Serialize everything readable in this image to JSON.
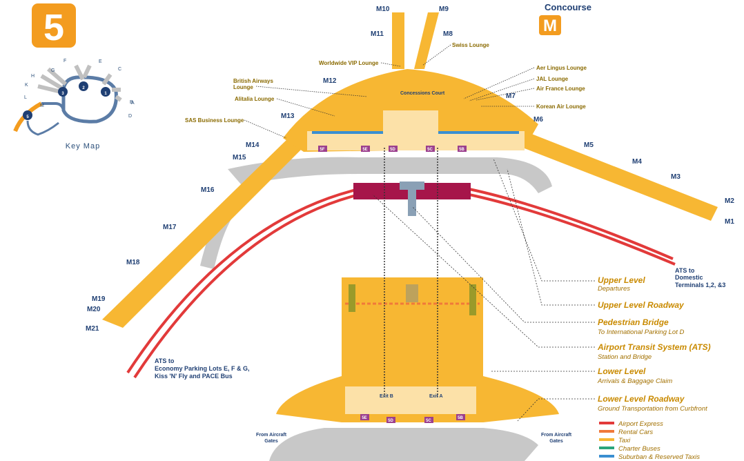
{
  "terminal_number": "5",
  "concourse": {
    "title": "Concourse",
    "letter": "M"
  },
  "key_map": {
    "title": "Key Map",
    "labels": [
      "A",
      "B",
      "C",
      "D",
      "E",
      "F",
      "G",
      "H",
      "K",
      "L",
      "M"
    ],
    "terminals": [
      "1",
      "2",
      "3",
      "5"
    ]
  },
  "gates": [
    "M1",
    "M2",
    "M3",
    "M4",
    "M5",
    "M6",
    "M7",
    "M8",
    "M9",
    "M10",
    "M11",
    "M12",
    "M13",
    "M14",
    "M15",
    "M16",
    "M17",
    "M18",
    "M19",
    "M20",
    "M21"
  ],
  "lounges": {
    "worldwide_vip": "Worldwide VIP Lounge",
    "swiss": "Swiss Lounge",
    "british_airways": [
      "British Airways",
      "Lounge"
    ],
    "alitalia": "Alitalia Lounge",
    "sas_business": "SAS Business Lounge",
    "aer_lingus": "Aer Lingus Lounge",
    "jal": "JAL Lounge",
    "air_france": "Air France Lounge",
    "korean_air": "Korean Air Lounge"
  },
  "concessions_court": "Concessions Court",
  "ats_domestic": [
    "ATS to",
    "Domestic",
    "Terminals 1,2, &3"
  ],
  "ats_economy": [
    "ATS to",
    "Economy Parking Lots E, F & G,",
    "Kiss 'N' Fly and PACE Bus"
  ],
  "from_aircraft_gates": [
    "From Aircraft",
    "Gates"
  ],
  "exits": [
    "Exit B",
    "Exit A"
  ],
  "zone_markers": [
    "5F",
    "5E",
    "5D",
    "5C",
    "5B"
  ],
  "legend_levels": [
    {
      "title": "Upper Level",
      "sub": "Departures"
    },
    {
      "title": "Upper Level Roadway",
      "sub": ""
    },
    {
      "title": "Pedestrian Bridge",
      "sub": "To International Parking Lot D"
    },
    {
      "title": "Airport Transit System (ATS)",
      "sub": "Station and Bridge"
    },
    {
      "title": "Lower Level",
      "sub": "Arrivals & Baggage Claim"
    },
    {
      "title": "Lower Level Roadway",
      "sub": "Ground Transportation from Curbfront"
    }
  ],
  "transport_legend": [
    {
      "label": "Airport Express",
      "color": "#e23a3a"
    },
    {
      "label": "Rental Cars",
      "color": "#f0793a"
    },
    {
      "label": "Taxi",
      "color": "#f7b733"
    },
    {
      "label": "Charter Buses",
      "color": "#2aa57b"
    },
    {
      "label": "Suburban & Reserved Taxis",
      "color": "#3a8fd1"
    }
  ],
  "colors": {
    "concourse": "#f7b733",
    "road": "#c8c8c8",
    "ats": "#e23a3a",
    "accent": "#f39c1f",
    "navy": "#1f3f73"
  }
}
